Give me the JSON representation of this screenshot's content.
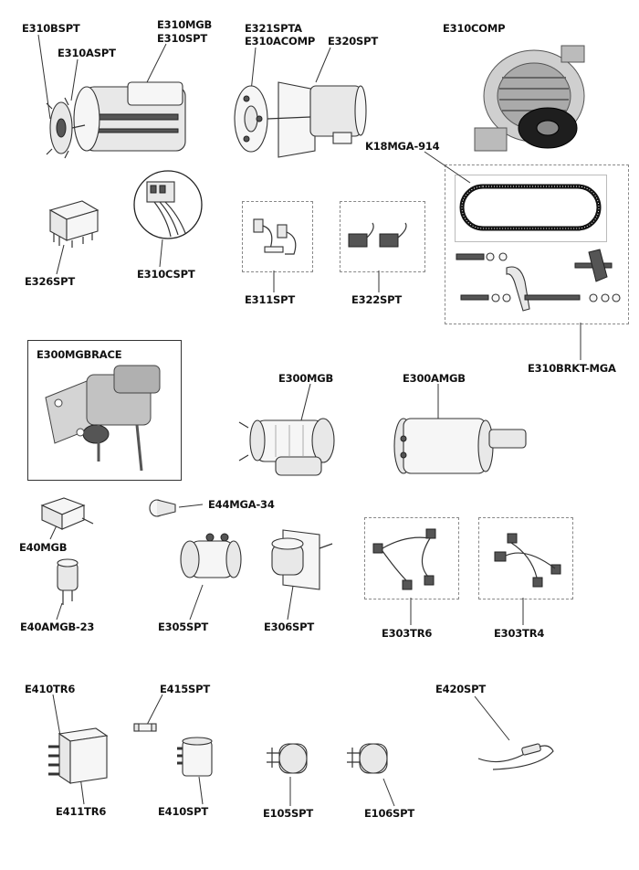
{
  "parts": [
    {
      "id": "E310BSPT",
      "label": "E310BSPT"
    },
    {
      "id": "E310ASPT",
      "label": "E310ASPT"
    },
    {
      "id": "E310MGB",
      "label": "E310MGB"
    },
    {
      "id": "E310SPT",
      "label": "E310SPT"
    },
    {
      "id": "E321SPTA",
      "label": "E321SPTA"
    },
    {
      "id": "E310ACOMP",
      "label": "E310ACOMP"
    },
    {
      "id": "E320SPT",
      "label": "E320SPT"
    },
    {
      "id": "E310COMP",
      "label": "E310COMP"
    },
    {
      "id": "K18MGA-914",
      "label": "K18MGA-914"
    },
    {
      "id": "E326SPT",
      "label": "E326SPT"
    },
    {
      "id": "E310CSPT",
      "label": "E310CSPT"
    },
    {
      "id": "E311SPT",
      "label": "E311SPT"
    },
    {
      "id": "E322SPT",
      "label": "E322SPT"
    },
    {
      "id": "E310BRKT-MGA",
      "label": "E310BRKT-MGA"
    },
    {
      "id": "E300MGBRACE",
      "label": "E300MGBRACE"
    },
    {
      "id": "E300MGB",
      "label": "E300MGB"
    },
    {
      "id": "E300AMGB",
      "label": "E300AMGB"
    },
    {
      "id": "E44MGA-34",
      "label": "E44MGA-34"
    },
    {
      "id": "E40MGB",
      "label": "E40MGB"
    },
    {
      "id": "E40AMGB-23",
      "label": "E40AMGB-23"
    },
    {
      "id": "E305SPT",
      "label": "E305SPT"
    },
    {
      "id": "E306SPT",
      "label": "E306SPT"
    },
    {
      "id": "E303TR6",
      "label": "E303TR6"
    },
    {
      "id": "E303TR4",
      "label": "E303TR4"
    },
    {
      "id": "E410TR6",
      "label": "E410TR6"
    },
    {
      "id": "E411TR6",
      "label": "E411TR6"
    },
    {
      "id": "E415SPT",
      "label": "E415SPT"
    },
    {
      "id": "E410SPT",
      "label": "E410SPT"
    },
    {
      "id": "E105SPT",
      "label": "E105SPT"
    },
    {
      "id": "E106SPT",
      "label": "E106SPT"
    },
    {
      "id": "E420SPT",
      "label": "E420SPT"
    }
  ]
}
